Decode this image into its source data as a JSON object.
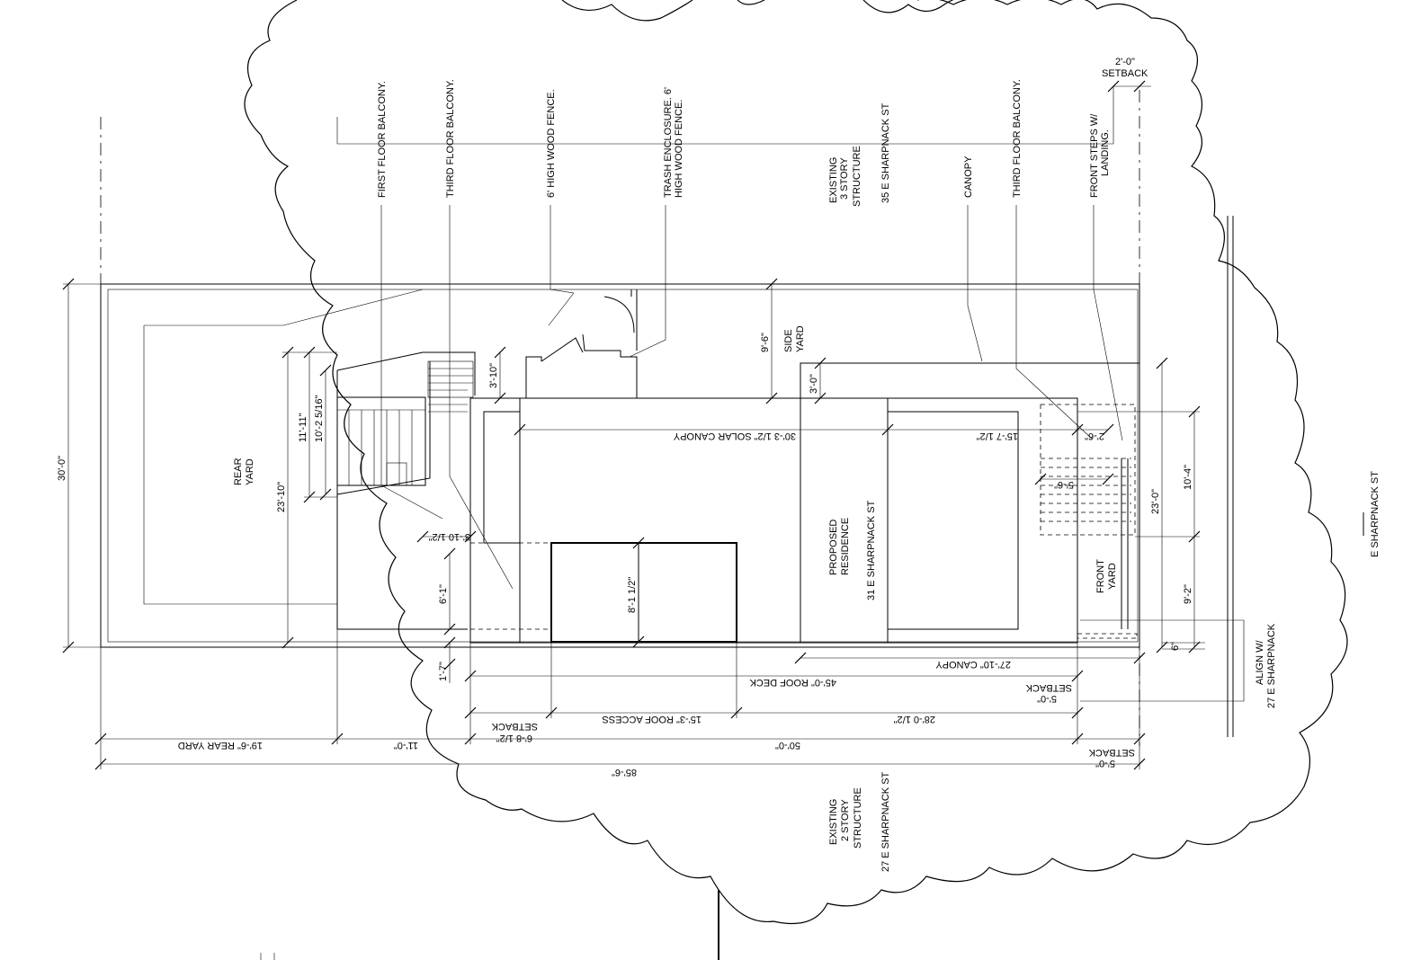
{
  "labels": {
    "first_floor_balcony": "FIRST FLOOR BALCONY.",
    "third_floor_balcony_rear": "THIRD FLOOR BALCONY.",
    "wood_fence": "6' HIGH WOOD FENCE.",
    "trash_enclosure_1": "TRASH ENCLOSURE. 6'",
    "trash_enclosure_2": "HIGH WOOD FENCE.",
    "canopy": "CANOPY",
    "third_floor_balcony_front": "THIRD FLOOR BALCONY.",
    "front_steps_1": "FRONT STEPS W/",
    "front_steps_2": "LANDING.",
    "setback_top_1": "2'-0\"",
    "setback_top_2": "SETBACK",
    "existing_35_1": "EXISTING",
    "existing_35_2": "3 STORY",
    "existing_35_3": "STRUCTURE",
    "existing_35_4": "35 E SHARPNACK ST",
    "existing_27_1": "EXISTING",
    "existing_27_2": "2 STORY",
    "existing_27_3": "STRUCTURE",
    "existing_27_4": "27 E SHARPNACK ST",
    "proposed_1": "PROPOSED",
    "proposed_2": "RESIDENCE",
    "proposed_3": "31 E SHARPNACK ST",
    "side_yard_1": "SIDE",
    "side_yard_2": "YARD",
    "rear_yard_1": "REAR",
    "rear_yard_2": "YARD",
    "front_yard_1": "FRONT",
    "front_yard_2": "YARD",
    "align_1": "ALIGN W/",
    "align_2": "27 E SHARPNACK",
    "street": "E SHARPNACK ST"
  },
  "dims": {
    "lot_width": "30'-0\"",
    "rear_23_10": "23'-10\"",
    "d_11_11": "11'-11\"",
    "d_10_2": "10'-2 5/16\"",
    "d_3_10": "3'-10\"",
    "d_9_6": "9'-6\"",
    "d_3_0": "3'-0\"",
    "solar_canopy": "30'-3 1/2\" SOLAR CANOPY",
    "d_15_7": "15'-7 1/2\"",
    "d_2_6": "2'-6\"",
    "d_5_6": "5'-6\"",
    "d_10_4": "10'-4\"",
    "d_23_0": "23'-0\"",
    "d_9_2": "9'-2\"",
    "d_6in": "6\"",
    "d_3_10_half": "3'-10 1/2\"",
    "d_6_1": "6'-1\"",
    "d_8_1": "8'-1 1/2\"",
    "d_1_7": "1'-7\"",
    "canopy_27_10": "27'-10\" CANOPY",
    "roof_deck": "45'-0\" ROOF DECK",
    "setback_5_a_1": "5'-0\"",
    "setback_5_a_2": "SETBACK",
    "roof_access": "15'-3\" ROOF ACCESS",
    "d_28_0": "28'-0 1/2\"",
    "setback_6_8_1": "6'-8 1/2\"",
    "setback_6_8_2": "SETBACK",
    "rear_yard_19_6": "19'-6\" REAR YARD",
    "d_11_0": "11'-0\"",
    "d_50_0": "50'-0\"",
    "setback_5_b_1": "5'-0\"",
    "setback_5_b_2": "SETBACK",
    "d_85_6": "85'-6\""
  }
}
